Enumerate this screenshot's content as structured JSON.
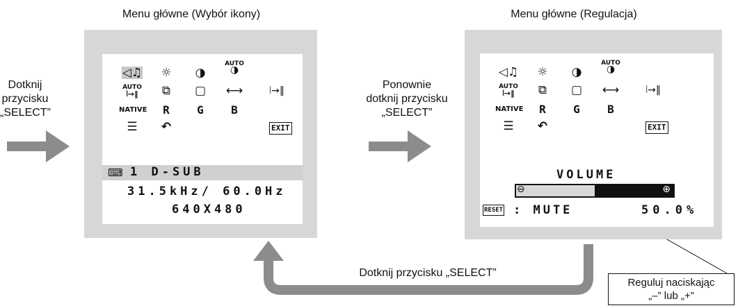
{
  "captions": {
    "left_menu": "Menu główne (Wybór ikony)",
    "right_menu": "Menu główne (Regulacja)"
  },
  "steps": {
    "first": [
      "Dotknij",
      "przycisku",
      "„SELECT”"
    ],
    "second": [
      "Ponownie",
      "dotknij przycisku",
      "„SELECT”"
    ],
    "return": "Dotknij przycisku „SELECT”"
  },
  "callout": [
    "Reguluj naciskając",
    "„–” lub „+”"
  ],
  "menu_icons": {
    "auto_label": "AUTO",
    "native_label": "NATIVE",
    "r_label": "R",
    "g_label": "G",
    "b_label": "B",
    "exit_label": "EXIT",
    "row1": [
      "speaker-note-icon",
      "brightness-icon",
      "contrast-icon",
      "auto-contrast-icon"
    ],
    "row2": [
      "auto-adjust-icon",
      "position-icon",
      "size-icon",
      "h-size-icon",
      "fine-icon"
    ],
    "row3": [
      "native-icon",
      "red-icon",
      "green-icon",
      "blue-icon"
    ],
    "row4": [
      "tools-icon",
      "factory-reset-icon",
      "exit-icon"
    ]
  },
  "left_screen": {
    "input_name": "1  D-SUB",
    "frequency": "31.5kHz/ 60.0Hz",
    "resolution": "640X480"
  },
  "right_screen": {
    "volume_title": "VOLUME",
    "minus_symbol": "⊖",
    "plus_symbol": "⊕",
    "reset_label": "RESET",
    "mute_label": ": MUTE",
    "volume_value": "50.0%",
    "volume_fraction": 0.5
  },
  "colors": {
    "arrow": "#8c8c8c",
    "screen_bg": "#d7d7d7",
    "bar_fill": "#d8d8d8",
    "bar_track": "#111111"
  }
}
